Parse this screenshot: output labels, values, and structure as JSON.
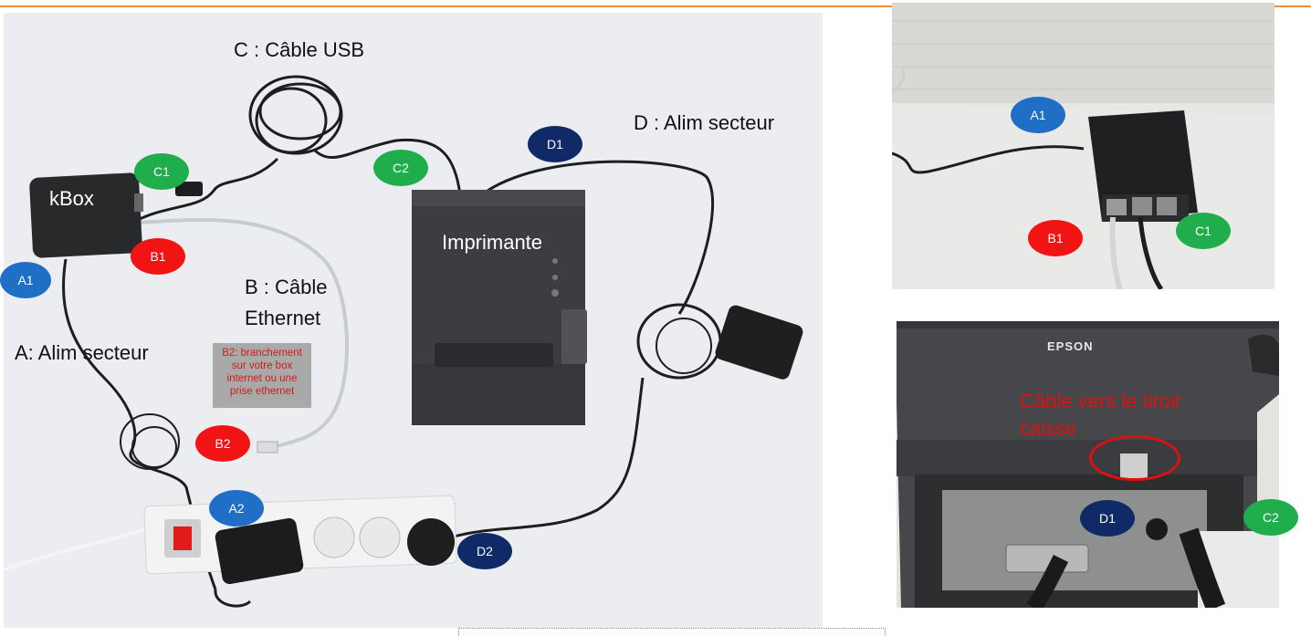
{
  "main_photo": {
    "labels": {
      "usb_cable": "C : Câble USB",
      "power_d": "D : Alim secteur",
      "kbox": "kBox",
      "printer": "Imprimante",
      "ethernet_line1": "B : Câble",
      "ethernet_line2": "Ethernet",
      "power_a": "A: Alim secteur"
    },
    "note_lines": [
      "B2: branchement",
      "sur  votre box",
      "internet ou une",
      "prise ethernet"
    ],
    "badges": {
      "c1": "C1",
      "c2": "C2",
      "d1": "D1",
      "b1": "B1",
      "a1": "A1",
      "b2": "B2",
      "a2": "A2",
      "d2": "D2"
    }
  },
  "kbox_photo": {
    "badges": {
      "a1": "A1",
      "b1": "B1",
      "c1": "C1"
    }
  },
  "printer_photo": {
    "brand": "EPSON",
    "drawer_label": "Câble vers le tiroir caisse",
    "badges": {
      "d1": "D1",
      "c2": "C2"
    }
  },
  "colors": {
    "accent_line": "#e8913a",
    "badge_blue": "#1f6fc6",
    "badge_green": "#1fae4b",
    "badge_red": "#f21414",
    "badge_navy": "#0f2a66",
    "annotation_red": "#e01010"
  }
}
